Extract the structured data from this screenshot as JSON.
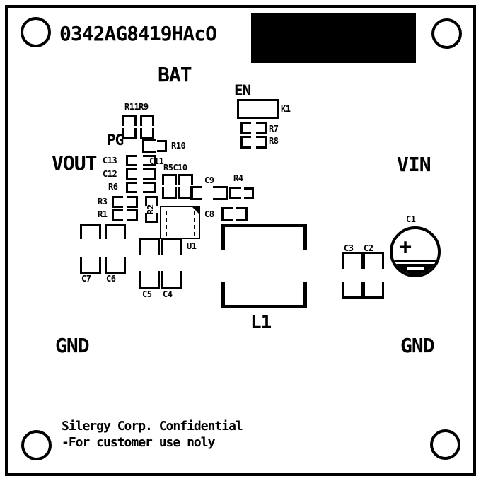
{
  "drawing": {
    "board_id": "0342AG8419HAcO",
    "footer_line1": "Silergy Corp. Confidential",
    "footer_line2": "-For customer use noly"
  },
  "net_labels": {
    "bat": "BAT",
    "en": "EN",
    "pg": "PG",
    "vout": "VOUT",
    "vin": "VIN",
    "gnd_left": "GND",
    "gnd_right": "GND"
  },
  "designators": {
    "k1": "K1",
    "r7": "R7",
    "r8": "R8",
    "r11r9": "R11R9",
    "r10": "R10",
    "c13": "C13",
    "c12": "C12",
    "c11": "C11",
    "r6": "R6",
    "r5c10": "R5C10",
    "c9": "C9",
    "r4": "R4",
    "r3": "R3",
    "r1": "R1",
    "r2": "R2",
    "c8": "C8",
    "u1": "U1",
    "l1": "L1",
    "c7": "C7",
    "c6": "C6",
    "c5": "C5",
    "c4": "C4",
    "c3": "C3",
    "c2": "C2",
    "c1": "C1"
  },
  "symbols": {
    "polarity_plus": "+"
  },
  "colors": {
    "silkscreen": "#000000",
    "board": "#ffffff"
  }
}
